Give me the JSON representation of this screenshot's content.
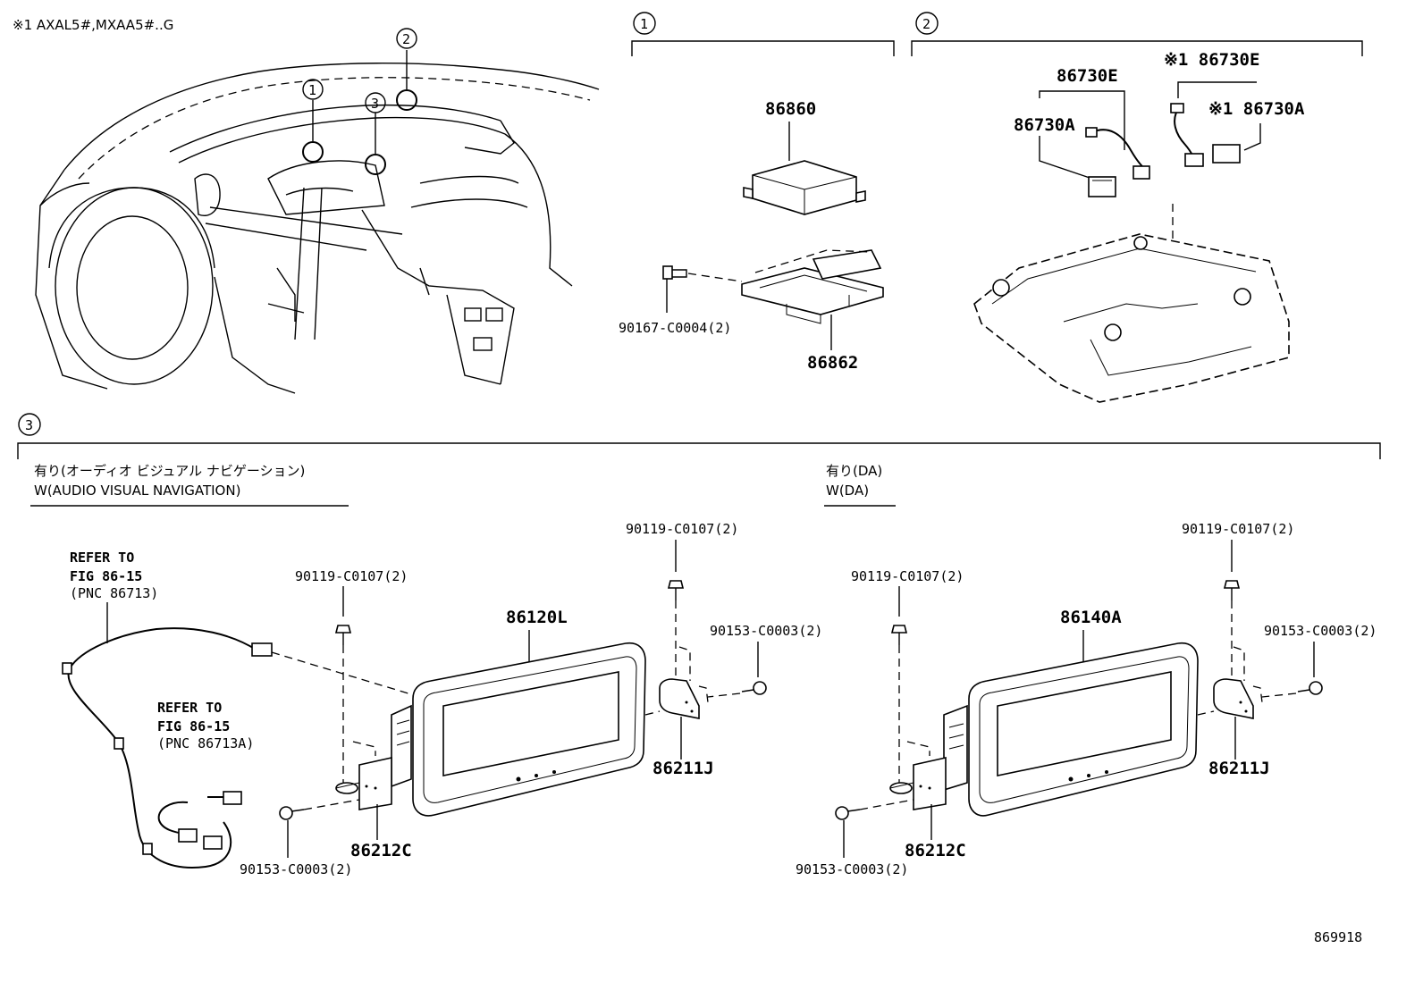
{
  "header": {
    "applicability": "※1 AXAL5#,MXAA5#..G",
    "figure_number": "869918"
  },
  "callouts": {
    "c1": "1",
    "c2": "2",
    "c3": "3"
  },
  "section1": {
    "parts": {
      "ecu": "86860",
      "bracket": "86862",
      "screw": "90167-C0004(2)"
    }
  },
  "section2": {
    "parts": {
      "wire_e": "86730E",
      "wire_a": "86730A",
      "wire_e_note": "※1 86730E",
      "wire_a_note": "※1 86730A"
    }
  },
  "section3": {
    "left": {
      "header_jp": "有り(オーディオ ビジュアル ナビゲーション)",
      "header_en": "W(AUDIO VISUAL NAVIGATION)",
      "refer1": {
        "line1": "REFER TO",
        "line2": "FIG 86-15",
        "line3": "(PNC 86713)"
      },
      "refer2": {
        "line1": "REFER TO",
        "line2": "FIG 86-15",
        "line3": "(PNC 86713A)"
      },
      "display": "86120L",
      "bolt_left": "90119-C0107(2)",
      "bolt_right": "90119-C0107(2)",
      "screw_right": "90153-C0003(2)",
      "screw_left": "90153-C0003(2)",
      "bracket_right": "86211J",
      "bracket_left": "86212C"
    },
    "right": {
      "header_jp": "有り(DA)",
      "header_en": "W(DA)",
      "display": "86140A",
      "bolt_left": "90119-C0107(2)",
      "bolt_right": "90119-C0107(2)",
      "screw_right": "90153-C0003(2)",
      "screw_left": "90153-C0003(2)",
      "bracket_right": "86211J",
      "bracket_left": "86212C"
    }
  }
}
